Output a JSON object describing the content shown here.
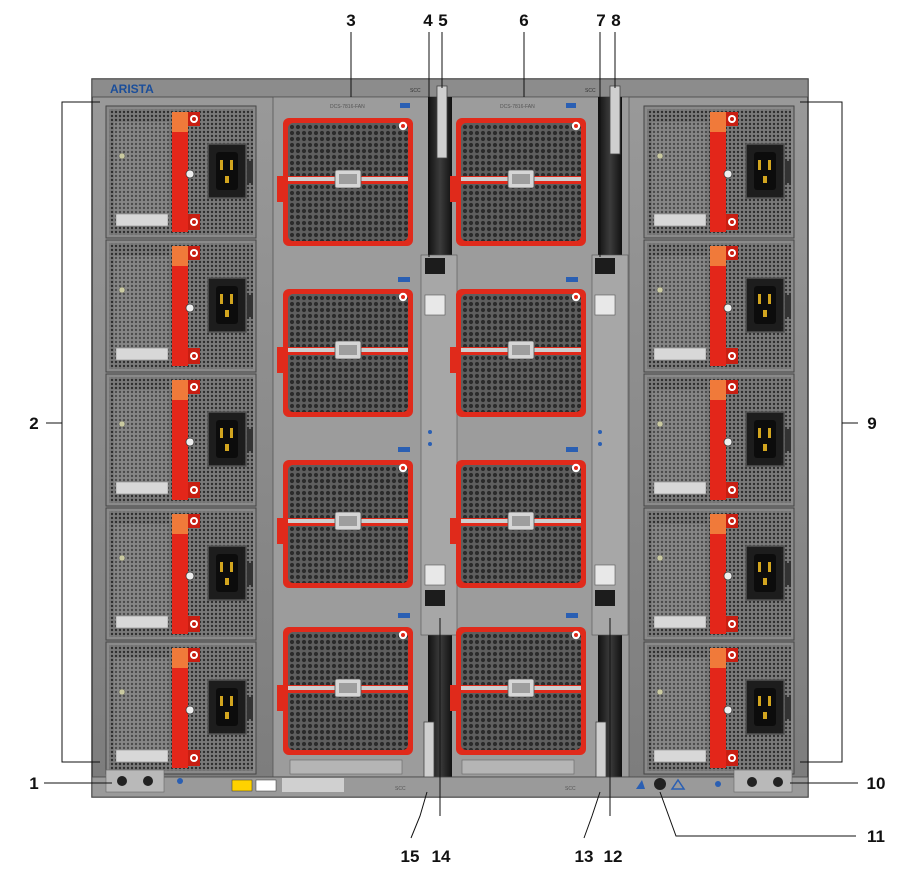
{
  "brand": "ARISTA",
  "callouts": [
    "1",
    "2",
    "3",
    "4",
    "5",
    "6",
    "7",
    "8",
    "9",
    "10",
    "11",
    "12",
    "13",
    "14",
    "15"
  ],
  "colors": {
    "chassis": "#8e8e8e",
    "chassis_dark": "#555555",
    "fan_red": "#e02a1b",
    "psu_red": "#e3261a",
    "handle_orange": "#f07a3a",
    "mesh": "#6b6b6b",
    "rail": "#2a2a2a"
  },
  "psu_left_count": 5,
  "psu_right_count": 5,
  "fan_columns": 2,
  "fan_rows": 4
}
